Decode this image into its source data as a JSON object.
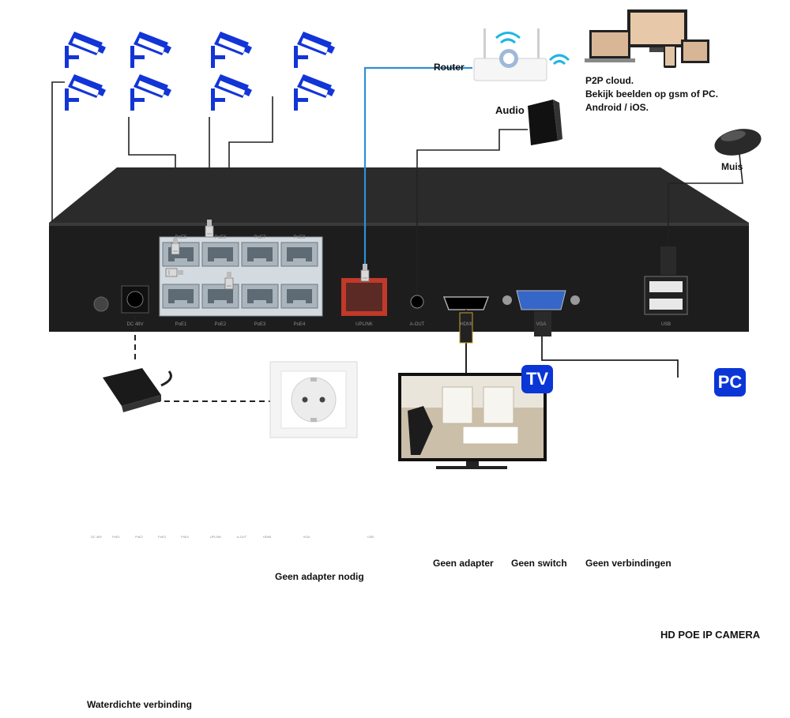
{
  "labels": {
    "router": "Router",
    "audio": "Audio",
    "p2p_line1": "P2P cloud.",
    "p2p_line2": "Bekijk beelden op gsm of PC.",
    "p2p_line3": "Android / iOS.",
    "mouse": "Muis",
    "tv": "TV",
    "pc": "PC",
    "no_adapter": "Geen adapter",
    "no_switch": "Geen switch",
    "no_connections": "Geen verbindingen",
    "no_adapter_needed": "Geen adapter nodig",
    "hd_poe_camera": "HD POE IP CAMERA",
    "waterproof": "Waterdichte verbinding"
  },
  "nvr_ports": {
    "poe": [
      "PoE1",
      "PoE2",
      "PoE3",
      "PoE4"
    ],
    "poe_top": [
      "PoE5",
      "PoE6",
      "PoE7",
      "PoE8"
    ],
    "power": "DC 48V",
    "uplink": "UPLINK",
    "audio_out": "A-OUT",
    "hdmi": "HDMI",
    "vga": "VGA",
    "usb": "USB"
  },
  "colors": {
    "camera_blue": "#1235d8",
    "badge_blue": "#0b36d6",
    "nvr_body": "#1d1d1d",
    "uplink_red": "#c0392b",
    "forbidden_red": "#d9261c",
    "router_cable": "#2f8fd6",
    "waterproof_border": "#e01b1b"
  },
  "icons": [
    "camera-icon",
    "router-icon",
    "speaker-icon",
    "mouse-icon",
    "monitor-icon",
    "tv-icon",
    "power-adapter-icon",
    "wall-socket-icon",
    "switch-icon",
    "forbidden-icon",
    "wifi-icon"
  ]
}
